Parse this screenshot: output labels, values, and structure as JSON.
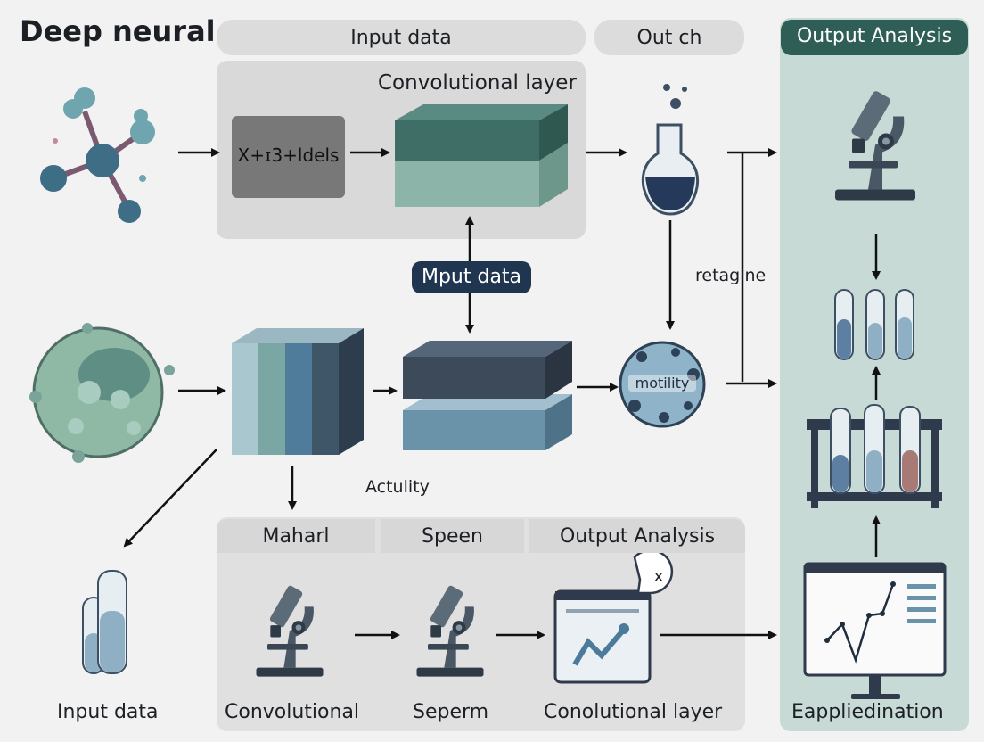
{
  "title": "Deep neural",
  "top_pills": {
    "input_data": "Input data",
    "out_ch": "Out ch",
    "output_analysis": "Output Analysis"
  },
  "conv_box": {
    "title": "Convolutional layer",
    "formula": "X+ɪ3+ldels"
  },
  "middle": {
    "badge": "Mput data",
    "sphere_label": "motility",
    "side_label": "retagine",
    "caption": "Actulity"
  },
  "bottom_tabs": [
    "Maharl",
    "Speen",
    "Output Analysis"
  ],
  "bottom_captions": [
    "Input data",
    "Convolutional",
    "Seperm",
    "Conolutional layer",
    "Eappliedination"
  ],
  "popup_glyph": "x",
  "colors": {
    "dark_teal": "#2e5e55",
    "slate": "#3e4a5a",
    "panel": "#d9d9d9",
    "right_panel": "#c5d8d3",
    "navy": "#1f3550"
  }
}
